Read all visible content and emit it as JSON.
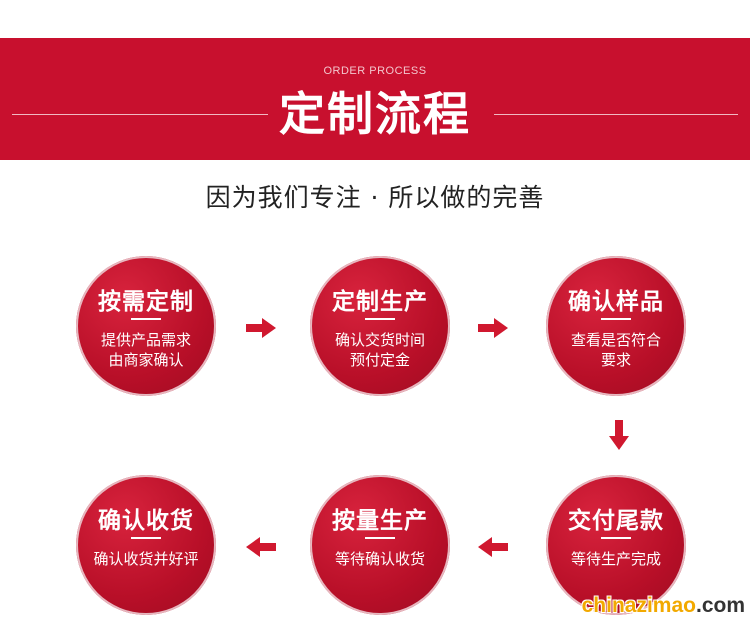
{
  "header": {
    "subtitle": "ORDER PROCESS",
    "title": "定制流程"
  },
  "slogan": "因为我们专注 · 所以做的完善",
  "steps": [
    {
      "name": "按需定制",
      "desc1": "提供产品需求",
      "desc2": "由商家确认"
    },
    {
      "name": "定制生产",
      "desc1": "确认交货时间",
      "desc2": "预付定金"
    },
    {
      "name": "确认样品",
      "desc1": "查看是否符合",
      "desc2": "要求"
    },
    {
      "name": "交付尾款",
      "desc1": "等待生产完成",
      "desc2": ""
    },
    {
      "name": "按量生产",
      "desc1": "等待确认收货",
      "desc2": ""
    },
    {
      "name": "确认收货",
      "desc1": "确认收货并好评",
      "desc2": ""
    }
  ],
  "watermark": {
    "prefix": "chinazimao",
    "suffix": ".com"
  },
  "colors": {
    "brand_red": "#c8102e",
    "arrow_red": "#d0182f",
    "watermark": "#f2a900"
  }
}
